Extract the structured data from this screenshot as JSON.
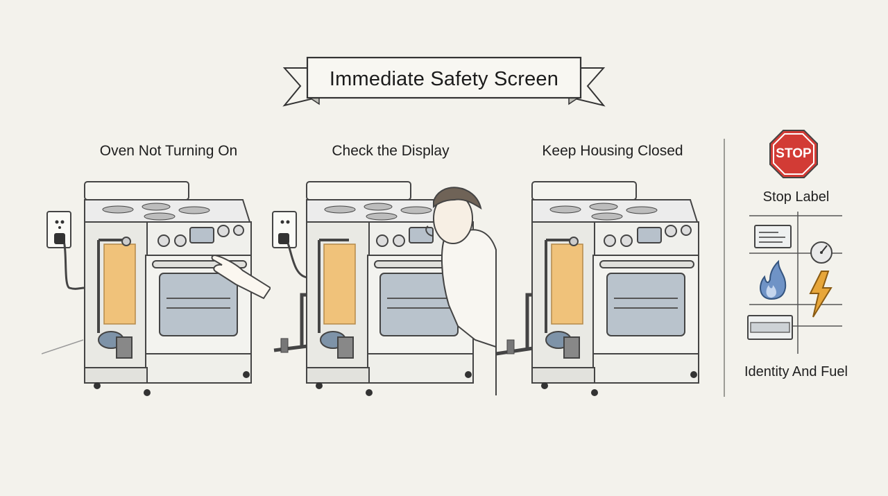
{
  "banner": {
    "title": "Immediate Safety Screen"
  },
  "panels": [
    {
      "title": "Oven Not Turning On"
    },
    {
      "title": "Check the Display"
    },
    {
      "title": "Keep Housing Closed"
    }
  ],
  "sidebar": {
    "stop_sign_text": "STOP",
    "stop_label": "Stop Label",
    "identity_label": "Identity And Fuel",
    "icons": [
      "rating-label-icon",
      "gauge-icon",
      "flame-icon",
      "lightning-icon",
      "nameplate-icon"
    ]
  },
  "colors": {
    "background": "#f3f2ec",
    "stop_red": "#d23b35",
    "insulation": "#f0c27a",
    "oven_window": "#b9c3cc",
    "flame_blue": "#6f93c6",
    "bolt_amber": "#e7a63a"
  }
}
